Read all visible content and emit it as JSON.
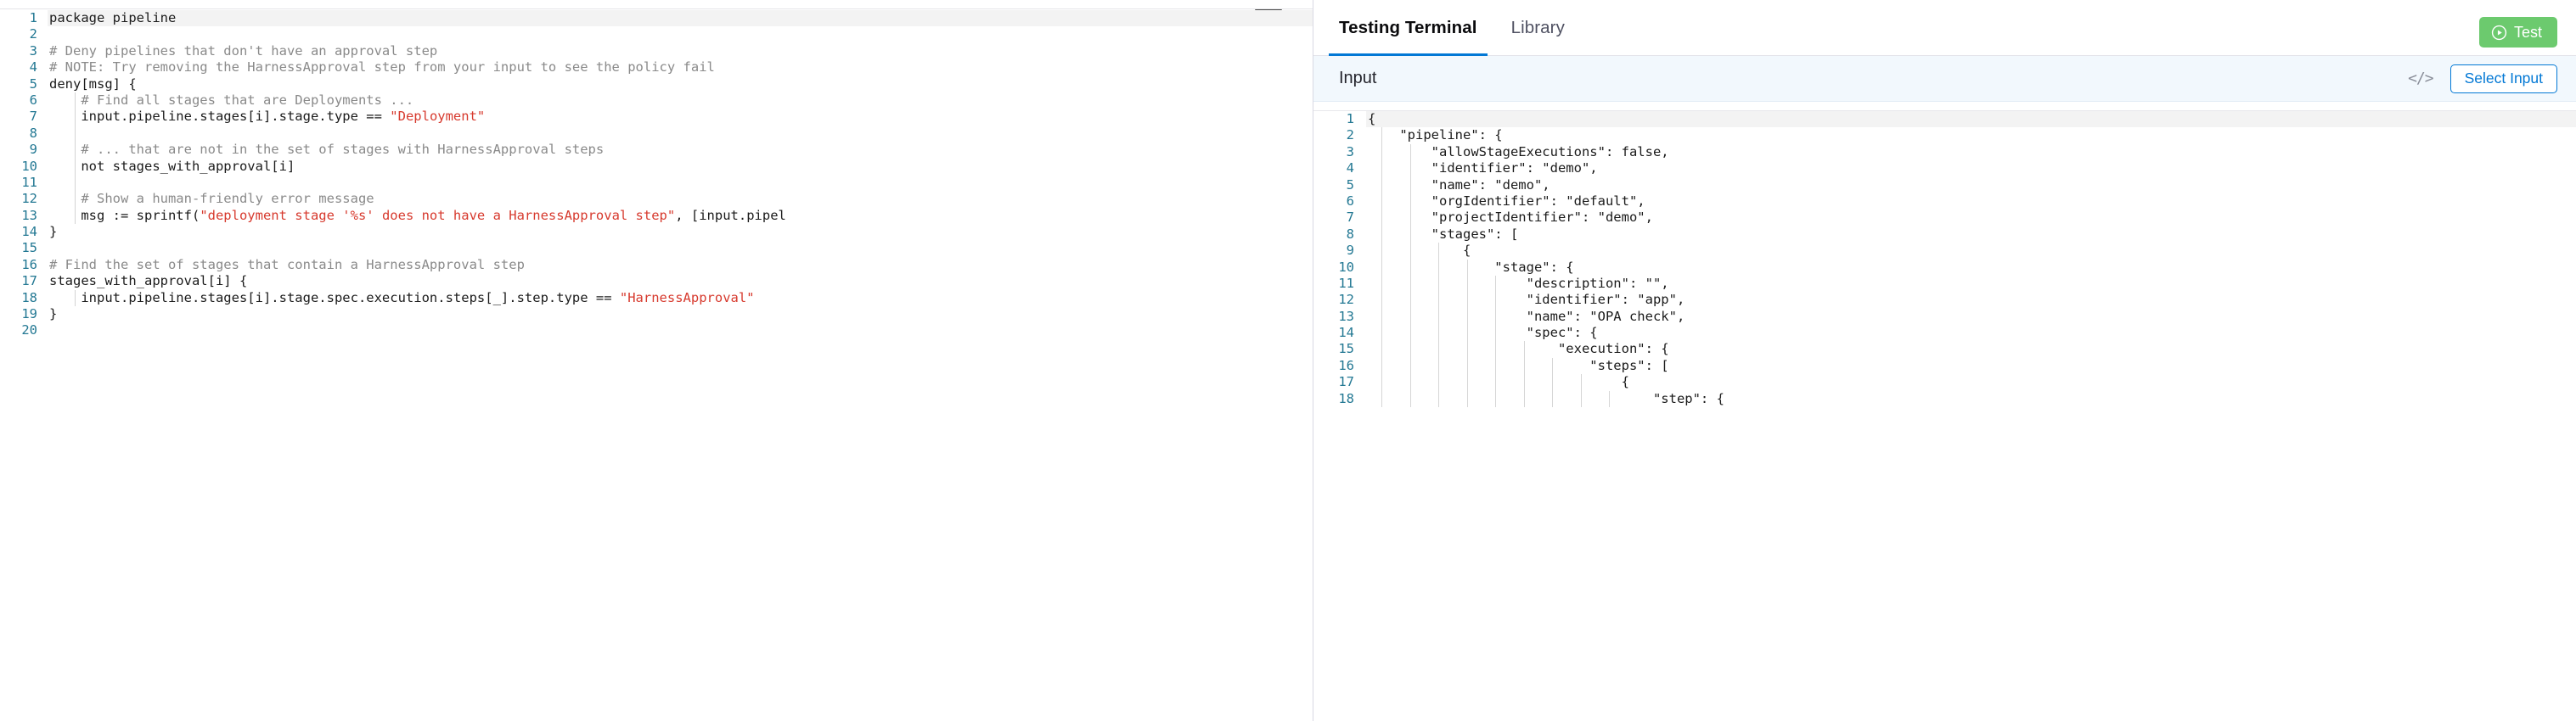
{
  "policy_editor": {
    "name": "rego-policy-editor",
    "language": "rego",
    "current_line": 1,
    "lines": [
      {
        "n": "1",
        "text": "package pipeline",
        "type": "code",
        "indent": 0,
        "current": true
      },
      {
        "n": "2",
        "text": "",
        "type": "blank",
        "indent": 0
      },
      {
        "n": "3",
        "text": "# Deny pipelines that don't have an approval step",
        "type": "comment",
        "indent": 0
      },
      {
        "n": "4",
        "text": "# NOTE: Try removing the HarnessApproval step from your input to see the policy fail",
        "type": "comment",
        "indent": 0
      },
      {
        "n": "5",
        "text": "deny[msg] {",
        "type": "code",
        "indent": 0
      },
      {
        "n": "6",
        "text": "    # Find all stages that are Deployments ...",
        "type": "comment",
        "indent": 1
      },
      {
        "n": "7",
        "text": "    input.pipeline.stages[i].stage.type == ",
        "type": "code-string",
        "string": "\"Deployment\"",
        "tail": "",
        "indent": 1
      },
      {
        "n": "8",
        "text": "",
        "type": "blank",
        "indent": 1
      },
      {
        "n": "9",
        "text": "    # ... that are not in the set of stages with HarnessApproval steps",
        "type": "comment",
        "indent": 1
      },
      {
        "n": "10",
        "text": "    not stages_with_approval[i]",
        "type": "code",
        "indent": 1
      },
      {
        "n": "11",
        "text": "",
        "type": "blank",
        "indent": 1
      },
      {
        "n": "12",
        "text": "    # Show a human-friendly error message",
        "type": "comment",
        "indent": 1
      },
      {
        "n": "13",
        "text": "    msg := sprintf(",
        "type": "code-string",
        "string": "\"deployment stage '%s' does not have a HarnessApproval step\"",
        "tail": ", [input.pipel",
        "indent": 1
      },
      {
        "n": "14",
        "text": "}",
        "type": "code",
        "indent": 0
      },
      {
        "n": "15",
        "text": "",
        "type": "blank",
        "indent": 0
      },
      {
        "n": "16",
        "text": "# Find the set of stages that contain a HarnessApproval step",
        "type": "comment",
        "indent": 0
      },
      {
        "n": "17",
        "text": "stages_with_approval[i] {",
        "type": "code",
        "indent": 0
      },
      {
        "n": "18",
        "text": "    input.pipeline.stages[i].stage.spec.execution.steps[_].step.type == ",
        "type": "code-string",
        "string": "\"HarnessApproval\"",
        "tail": "",
        "indent": 1
      },
      {
        "n": "19",
        "text": "}",
        "type": "code",
        "indent": 0
      },
      {
        "n": "20",
        "text": "",
        "type": "blank",
        "indent": 0
      }
    ]
  },
  "right_panel": {
    "tabs": [
      {
        "label": "Testing Terminal",
        "active": true
      },
      {
        "label": "Library",
        "active": false
      }
    ],
    "test_button": {
      "label": "Test",
      "icon": "play-circle-icon",
      "color": "#6cca6e"
    },
    "input_bar": {
      "label": "Input",
      "code_icon": "</>",
      "select_input_label": "Select Input",
      "accent": "#0278d5",
      "background": "#f2f8fd"
    },
    "input_editor": {
      "name": "json-input-editor",
      "language": "json",
      "current_line": 1,
      "lines": [
        {
          "n": "1",
          "text": "{",
          "indent": 0,
          "current": true
        },
        {
          "n": "2",
          "text": "    \"pipeline\": {",
          "indent": 1
        },
        {
          "n": "3",
          "text": "        \"allowStageExecutions\": false,",
          "indent": 2
        },
        {
          "n": "4",
          "text": "        \"identifier\": \"demo\",",
          "indent": 2
        },
        {
          "n": "5",
          "text": "        \"name\": \"demo\",",
          "indent": 2
        },
        {
          "n": "6",
          "text": "        \"orgIdentifier\": \"default\",",
          "indent": 2
        },
        {
          "n": "7",
          "text": "        \"projectIdentifier\": \"demo\",",
          "indent": 2
        },
        {
          "n": "8",
          "text": "        \"stages\": [",
          "indent": 2
        },
        {
          "n": "9",
          "text": "            {",
          "indent": 3
        },
        {
          "n": "10",
          "text": "                \"stage\": {",
          "indent": 4
        },
        {
          "n": "11",
          "text": "                    \"description\": \"\",",
          "indent": 5
        },
        {
          "n": "12",
          "text": "                    \"identifier\": \"app\",",
          "indent": 5
        },
        {
          "n": "13",
          "text": "                    \"name\": \"OPA check\",",
          "indent": 5
        },
        {
          "n": "14",
          "text": "                    \"spec\": {",
          "indent": 5
        },
        {
          "n": "15",
          "text": "                        \"execution\": {",
          "indent": 6
        },
        {
          "n": "16",
          "text": "                            \"steps\": [",
          "indent": 7
        },
        {
          "n": "17",
          "text": "                                {",
          "indent": 8
        },
        {
          "n": "18",
          "text": "                                    \"step\": {",
          "indent": 9
        }
      ]
    }
  }
}
